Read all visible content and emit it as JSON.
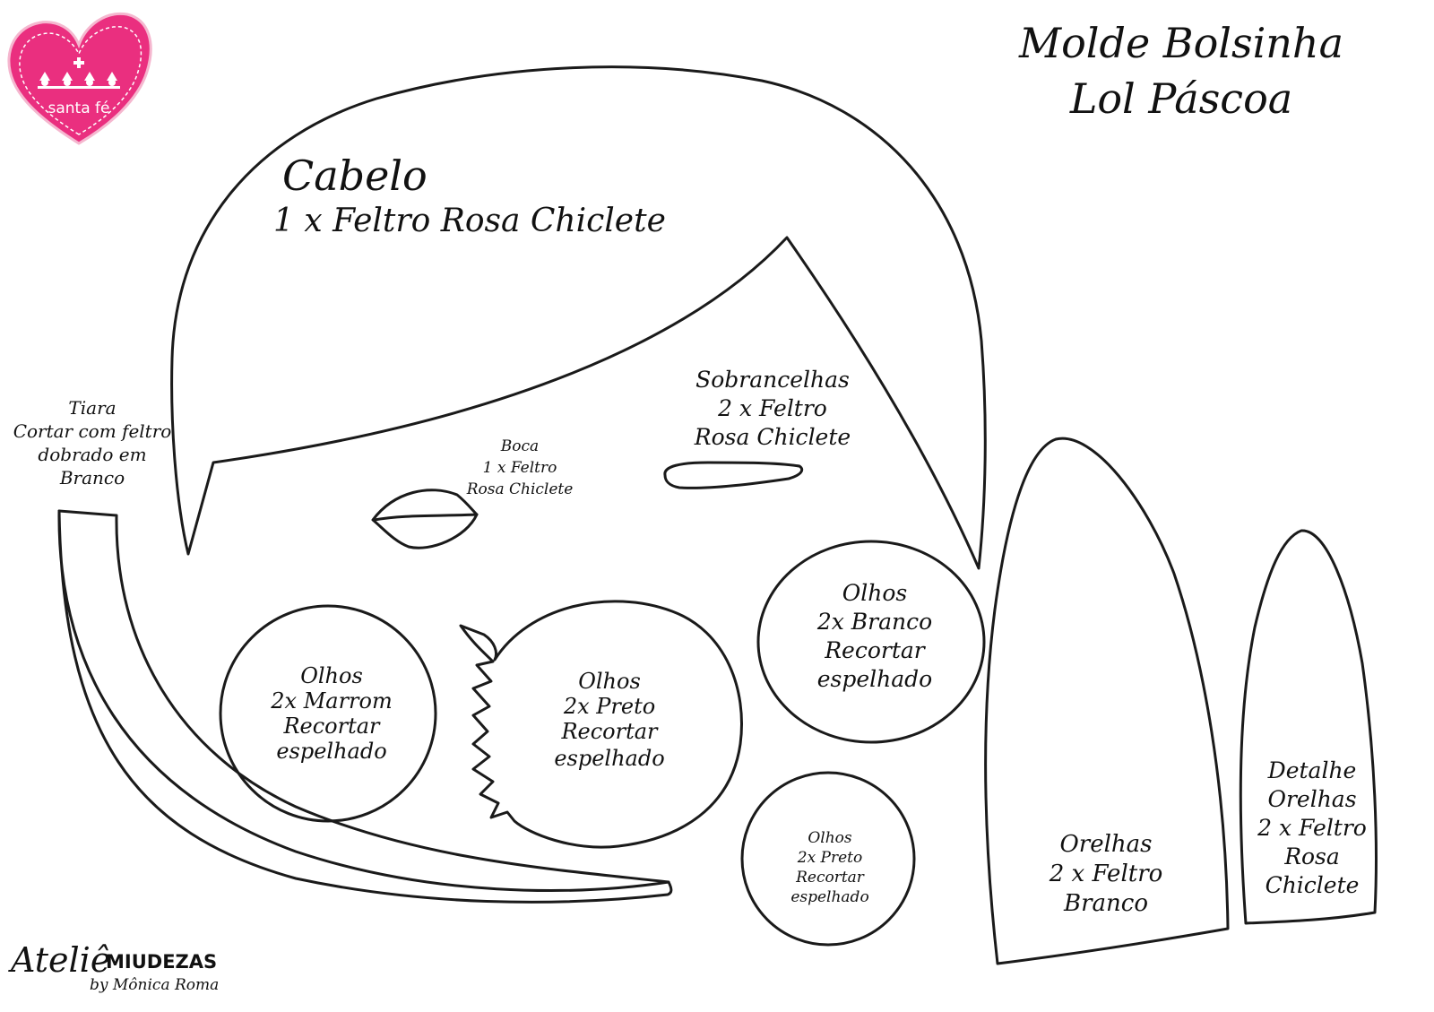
{
  "title": {
    "line1": "Molde Bolsinha",
    "line2": "Lol Páscoa"
  },
  "logo": {
    "brand": "santa fé",
    "icon": "heart-crown-logo",
    "accent_color": "#e8317a"
  },
  "signature": {
    "name": "Ateliê",
    "name2": "MIUDEZAS",
    "byline": "by Mônica Roma"
  },
  "pieces": {
    "cabelo": {
      "name": "Cabelo",
      "spec": "1 x Feltro Rosa Chiclete"
    },
    "tiara": {
      "lines": [
        "Tiara",
        "Cortar com feltro",
        "dobrado em",
        "Branco"
      ]
    },
    "boca": {
      "lines": [
        "Boca",
        "1 x Feltro",
        "Rosa Chiclete"
      ]
    },
    "sobrancelhas": {
      "lines": [
        "Sobrancelhas",
        "2 x Feltro",
        "Rosa Chiclete"
      ]
    },
    "olhos_branco": {
      "lines": [
        "Olhos",
        "2x Branco",
        "Recortar",
        "espelhado"
      ]
    },
    "olhos_marrom": {
      "lines": [
        "Olhos",
        "2x Marrom",
        "Recortar",
        "espelhado"
      ]
    },
    "olhos_preto_grande": {
      "lines": [
        "Olhos",
        "2x Preto",
        "Recortar",
        "espelhado"
      ]
    },
    "olhos_preto_pequeno": {
      "lines": [
        "Olhos",
        "2x Preto",
        "Recortar",
        "espelhado"
      ]
    },
    "orelhas": {
      "lines": [
        "Orelhas",
        "2 x Feltro",
        "Branco"
      ]
    },
    "detalhe_orelhas": {
      "lines": [
        "Detalhe",
        "Orelhas",
        "2 x Feltro",
        "Rosa",
        "Chiclete"
      ]
    }
  }
}
